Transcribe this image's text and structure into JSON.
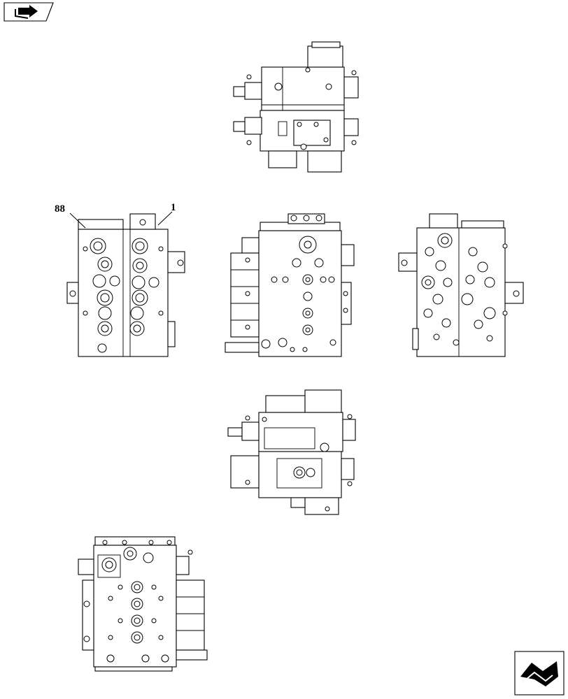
{
  "diagram": {
    "callouts": [
      {
        "id": "callout-88",
        "text": "88"
      },
      {
        "id": "callout-1",
        "text": "1"
      }
    ],
    "views": [
      {
        "name": "top-view"
      },
      {
        "name": "left-side-view"
      },
      {
        "name": "front-view"
      },
      {
        "name": "right-side-view"
      },
      {
        "name": "bottom-view"
      },
      {
        "name": "rear-view"
      }
    ]
  },
  "nav": {
    "back_icon": "book-arrow-icon",
    "next_icon": "next-page-arrow-icon"
  }
}
